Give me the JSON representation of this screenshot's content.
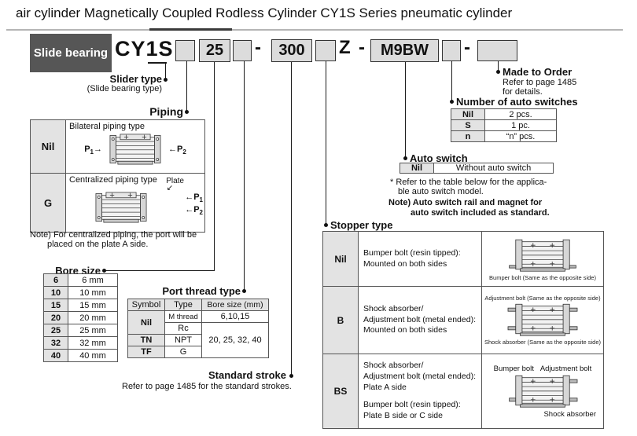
{
  "title": "air cylinder Magnetically Coupled Rodless Cylinder CY1S Series pneumatic cylinder",
  "model": {
    "badge": "Slide bearing",
    "series": "CY1S",
    "bore": "25",
    "stroke": "300",
    "z": "Z",
    "switch": "M9BW",
    "dash": "-"
  },
  "callouts": {
    "slider_type": "Slider type",
    "slider_type_sub": "(Slide bearing type)",
    "piping": "Piping",
    "bore_size": "Bore size",
    "port_thread": "Port thread type",
    "standard_stroke": "Standard stroke",
    "standard_stroke_note": "Refer to page 1485 for the standard strokes.",
    "stopper": "Stopper type",
    "auto_switch": "Auto switch",
    "switch_qty": "Number of auto switches",
    "made_to_order": "Made to Order",
    "made_to_order_note1": "Refer to page 1485",
    "made_to_order_note2": "for details."
  },
  "piping": {
    "rows": [
      {
        "symbol": "Nil",
        "title": "Bilateral piping type"
      },
      {
        "symbol": "G",
        "title": "Centralized piping type",
        "plate": "Plate"
      }
    ],
    "p": "P",
    "s1": "1",
    "s2": "2",
    "note1": "Note) For centralized piping, the port will be",
    "note2": "placed on the plate A side."
  },
  "bore_table": {
    "rows": [
      [
        "6",
        "6 mm"
      ],
      [
        "10",
        "10 mm"
      ],
      [
        "15",
        "15 mm"
      ],
      [
        "20",
        "20 mm"
      ],
      [
        "25",
        "25 mm"
      ],
      [
        "32",
        "32 mm"
      ],
      [
        "40",
        "40 mm"
      ]
    ]
  },
  "port_table": {
    "h_symbol": "Symbol",
    "h_type": "Type",
    "h_bore": "Bore size (mm)",
    "nil": "Nil",
    "m_thread": "M thread",
    "small_bores": "6,10,15",
    "rc": "Rc",
    "large_bores": "20, 25, 32, 40",
    "tn": "TN",
    "npt": "NPT",
    "tf": "TF",
    "g": "G"
  },
  "auto_switch": {
    "symbol": "Nil",
    "value": "Without auto switch",
    "ref1": "* Refer to the table below for the applica-",
    "ref2": "ble auto switch model.",
    "note1": "Note) Auto switch rail and magnet for",
    "note2": "auto switch included as standard."
  },
  "qty_table": {
    "rows": [
      [
        "Nil",
        "2 pcs."
      ],
      [
        "S",
        "1 pc."
      ],
      [
        "n",
        "“n” pcs."
      ]
    ]
  },
  "stopper": {
    "rows": [
      {
        "symbol": "Nil",
        "d1": "Bumper bolt (resin tipped):",
        "d2": "Mounted on both sides",
        "cap_bottom": "Bumper bolt (Same as the opposite side)"
      },
      {
        "symbol": "B",
        "d1": "Shock absorber/",
        "d2": "Adjustment bolt (metal ended):",
        "d3": "Mounted on both sides",
        "cap_top": "Adjustment bolt (Same as the opposite side)",
        "cap_bottom": "Shock absorber (Same as the opposite side)"
      },
      {
        "symbol": "BS",
        "d1": "Shock absorber/",
        "d2": "Adjustment bolt (metal ended):",
        "d3": "Plate A side",
        "d4": "Bumper bolt (resin tipped):",
        "d5": "Plate B side or C side",
        "cap_tl": "Bumper bolt",
        "cap_tr": "Adjustment bolt",
        "cap_bottom": "Shock absorber"
      }
    ]
  }
}
